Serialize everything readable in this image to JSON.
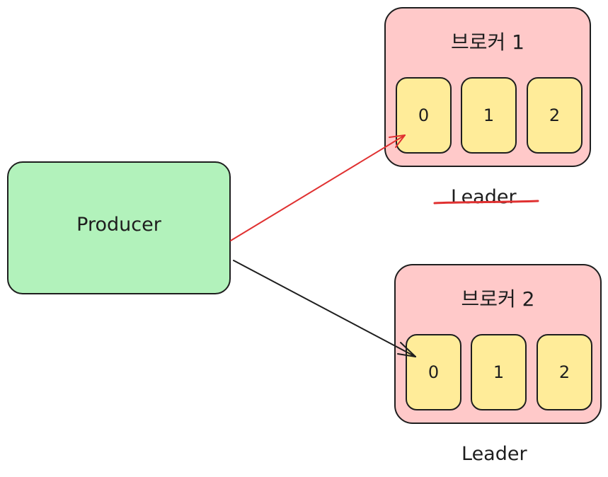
{
  "producer": {
    "label": "Producer"
  },
  "brokers": [
    {
      "title": "브로커 1",
      "partitions": [
        "0",
        "1",
        "2"
      ]
    },
    {
      "title": "브로커 2",
      "partitions": [
        "0",
        "1",
        "2"
      ]
    }
  ],
  "leader_labels": {
    "old": "Leader",
    "new": "Leader"
  },
  "colors": {
    "producer_fill": "#b2f2bb",
    "broker_fill": "#ffc9c9",
    "partition_fill": "#ffec99",
    "old_arrow": "#e03131",
    "new_arrow": "#1e1e1e",
    "strike": "#e03131"
  }
}
